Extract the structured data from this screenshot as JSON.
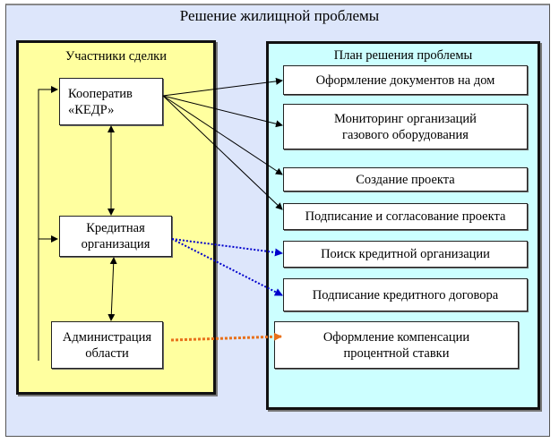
{
  "title": "Решение жилищной проблемы",
  "participants": {
    "title": "Участники сделки",
    "items": [
      {
        "id": "kedr",
        "label": "Кооператив\n«КЕДР»"
      },
      {
        "id": "credit",
        "label": "Кредитная\nорганизация"
      },
      {
        "id": "admin",
        "label": "Администрация\nобласти"
      }
    ]
  },
  "plan": {
    "title": "План решения проблемы",
    "items": [
      {
        "id": "docs",
        "label": "Оформление документов на дом"
      },
      {
        "id": "monitoring",
        "label": "Мониторинг организаций\nгазового оборудования"
      },
      {
        "id": "project",
        "label": "Создание проекта"
      },
      {
        "id": "approval",
        "label": "Подписание и согласование проекта"
      },
      {
        "id": "search",
        "label": "Поиск кредитной организации"
      },
      {
        "id": "contract",
        "label": "Подписание кредитного договора"
      },
      {
        "id": "compensation",
        "label": "Оформление компенсации\nпроцентной ставки"
      }
    ]
  },
  "connections": [
    {
      "from": "kedr",
      "to": "docs",
      "style": "solid",
      "color": "#000000"
    },
    {
      "from": "kedr",
      "to": "monitoring",
      "style": "solid",
      "color": "#000000"
    },
    {
      "from": "kedr",
      "to": "project",
      "style": "solid",
      "color": "#000000"
    },
    {
      "from": "kedr",
      "to": "approval",
      "style": "solid",
      "color": "#000000"
    },
    {
      "from": "credit",
      "to": "search",
      "style": "dotted",
      "color": "#0000cc"
    },
    {
      "from": "credit",
      "to": "contract",
      "style": "dotted",
      "color": "#0000cc"
    },
    {
      "from": "admin",
      "to": "compensation",
      "style": "dotted",
      "color": "#e8701a"
    },
    {
      "from": "kedr",
      "to": "credit",
      "style": "bidirectional",
      "color": "#000000"
    },
    {
      "from": "credit",
      "to": "admin",
      "style": "bidirectional",
      "color": "#000000"
    },
    {
      "from": "admin",
      "to": "kedr",
      "style": "feedback-loop",
      "color": "#000000"
    },
    {
      "from": "admin",
      "to": "credit",
      "style": "feedback-loop",
      "color": "#000000"
    }
  ],
  "colors": {
    "background": "#dde6fb",
    "participants_panel": "#ffff9f",
    "plan_panel": "#ccffff",
    "credit_links": "#0000cc",
    "admin_link": "#e8701a"
  }
}
